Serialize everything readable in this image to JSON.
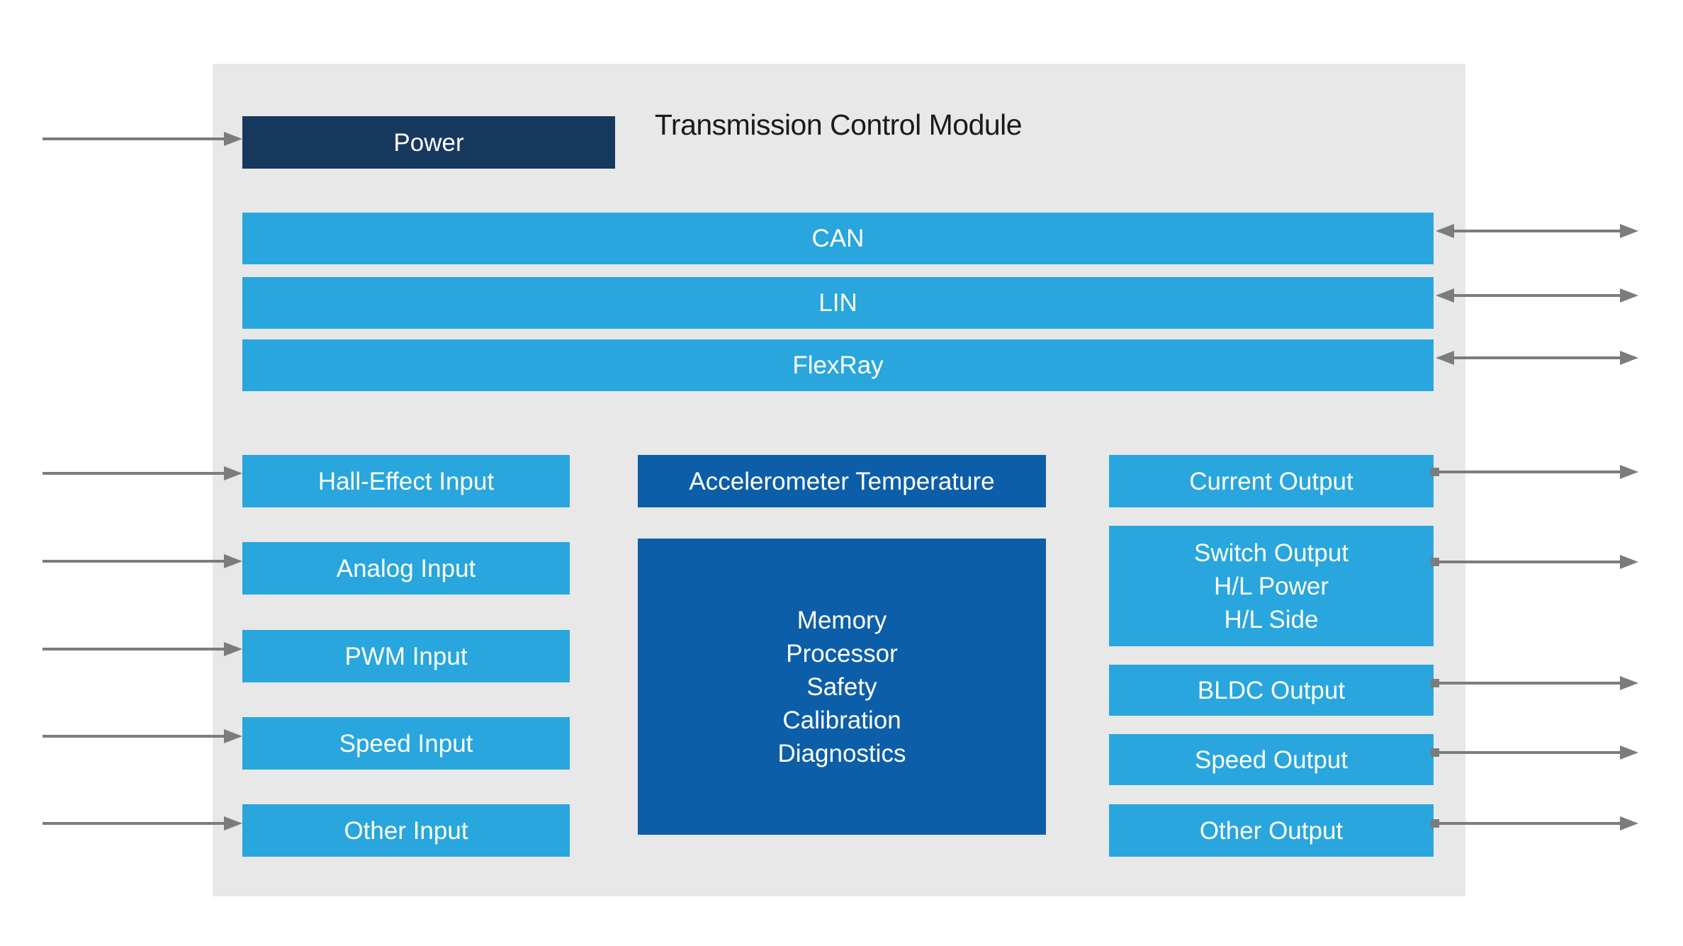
{
  "title": "Transmission Control Module",
  "power": {
    "label": "Power"
  },
  "buses": {
    "items": [
      {
        "label": "CAN"
      },
      {
        "label": "LIN"
      },
      {
        "label": "FlexRay"
      }
    ]
  },
  "inputs": {
    "items": [
      {
        "label": "Hall-Effect Input"
      },
      {
        "label": "Analog Input"
      },
      {
        "label": "PWM Input"
      },
      {
        "label": "Speed Input"
      },
      {
        "label": "Other Input"
      }
    ]
  },
  "core": {
    "sensor_label": "Accelerometer Temperature",
    "functions": [
      "Memory",
      "Processor",
      "Safety",
      "Calibration",
      "Diagnostics"
    ]
  },
  "outputs": {
    "items": [
      {
        "lines": [
          "Current Output"
        ]
      },
      {
        "lines": [
          "Switch Output",
          "H/L Power",
          "H/L Side"
        ]
      },
      {
        "lines": [
          "BLDC Output"
        ]
      },
      {
        "lines": [
          "Speed Output"
        ]
      },
      {
        "lines": [
          "Other Output"
        ]
      }
    ]
  },
  "colors": {
    "panel_background": "#E8E8E9",
    "box_light_blue": "#28A6DD",
    "box_medium_blue": "#0D5EA8",
    "box_navy": "#17395E",
    "arrow_gray": "#7C7C7C",
    "title_text": "#1A1A1A",
    "box_text": "#FFFFFF"
  }
}
